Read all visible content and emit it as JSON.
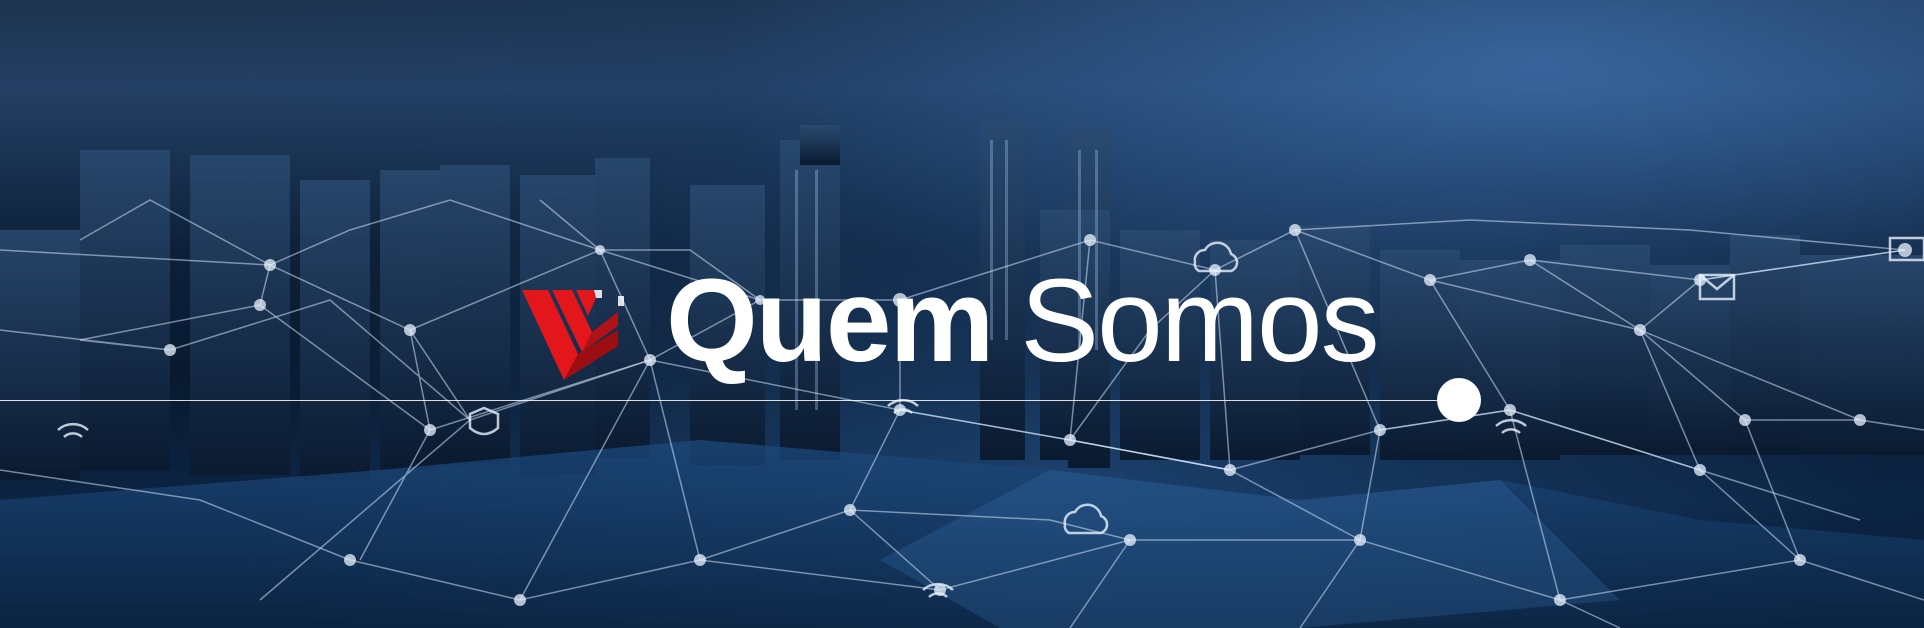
{
  "banner": {
    "title_bold": "Quem",
    "title_light": "Somos",
    "logo_icon": "company-logo-red-chevrons",
    "colors": {
      "logo_red": "#e3161b",
      "logo_dark_red": "#9d0e12",
      "title": "#ffffff",
      "network": "#cfe2f7"
    }
  }
}
